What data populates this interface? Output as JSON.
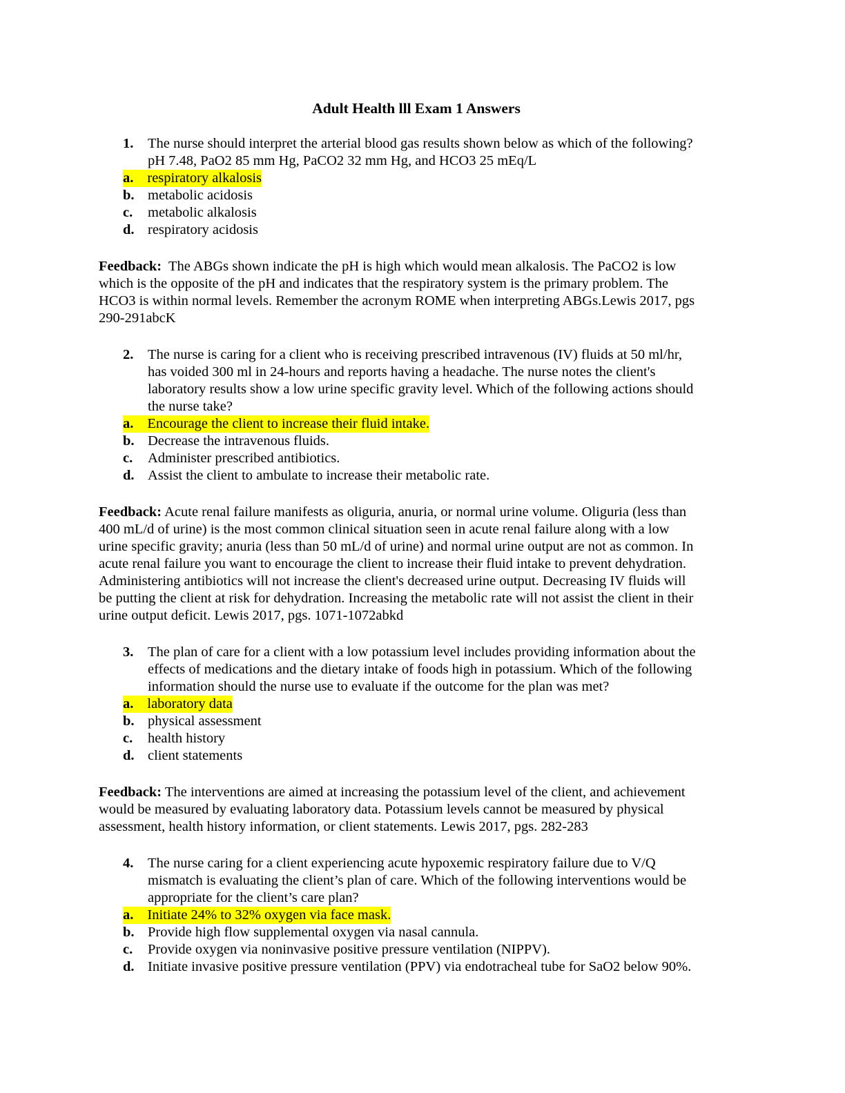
{
  "document": {
    "title": "Adult Health lll Exam 1 Answers",
    "highlight_color": "#ffff00",
    "questions": [
      {
        "number": "1.",
        "stem_lines": [
          "The nurse should interpret the arterial blood gas results shown below as which of the following?",
          "pH 7.48, PaO2 85 mm Hg, PaCO2  32 mm Hg, and HCO3 25 mEq/L"
        ],
        "options": [
          {
            "letter": "a.",
            "text": "respiratory alkalosis",
            "correct": true
          },
          {
            "letter": "b.",
            "text": "metabolic acidosis",
            "correct": false
          },
          {
            "letter": "c.",
            "text": "metabolic alkalosis",
            "correct": false
          },
          {
            "letter": "d.",
            "text": "respiratory acidosis",
            "correct": false
          }
        ],
        "feedback_label": "Feedback:",
        "feedback_lines": [
          "  The ABGs shown indicate the pH is high which would mean alkalosis. The PaCO2 is low",
          "which is the opposite of the pH and indicates that the respiratory system is the primary problem. The",
          "HCO3 is within normal levels. Remember the acronym ROME when interpreting ABGs.Lewis 2017, pgs",
          "290-291abcK"
        ]
      },
      {
        "number": "2.",
        "stem_lines": [
          "The nurse is caring for a client who is receiving prescribed intravenous (IV) fluids at 50 ml/hr,",
          "has voided 300 ml in 24-hours and reports having a headache. The nurse notes the client's",
          "laboratory results show a low urine specific gravity level. Which of the following actions should",
          "the nurse take?"
        ],
        "options": [
          {
            "letter": "a.",
            "text": "Encourage the client to increase their fluid intake.",
            "correct": true
          },
          {
            "letter": "b.",
            "text": "Decrease the intravenous fluids.",
            "correct": false
          },
          {
            "letter": "c.",
            "text": "Administer prescribed antibiotics.",
            "correct": false
          },
          {
            "letter": "d.",
            "text": "Assist the client to ambulate to increase their metabolic rate.",
            "correct": false
          }
        ],
        "feedback_label": "Feedback:",
        "feedback_lines": [
          " Acute renal failure manifests as oliguria, anuria, or normal urine volume. Oliguria (less than",
          "400 mL/d of urine) is the most common clinical situation seen in acute renal failure along with a low",
          "urine specific gravity; anuria (less than 50 mL/d of urine) and normal urine output are not as common. In",
          "acute renal failure you want to encourage the client to increase their fluid intake to prevent dehydration.",
          "Administering antibiotics will not increase the client's decreased urine output. Decreasing IV fluids will",
          "be putting the client at risk for dehydration. Increasing the metabolic rate will not assist the client in their",
          "urine output deficit. Lewis 2017, pgs. 1071-1072abkd"
        ]
      },
      {
        "number": "3.",
        "stem_lines": [
          "The plan of care for a client with a low potassium level includes providing information about the",
          "effects of medications and the dietary intake of foods high in potassium. Which of the following",
          "information should the nurse use to evaluate if the outcome for the plan was met?"
        ],
        "options": [
          {
            "letter": "a.",
            "text": "laboratory data",
            "correct": true
          },
          {
            "letter": "b.",
            "text": "physical assessment",
            "correct": false
          },
          {
            "letter": "c.",
            "text": "health history",
            "correct": false
          },
          {
            "letter": "d.",
            "text": "client statements",
            "correct": false
          }
        ],
        "feedback_label": "Feedback:",
        "feedback_lines": [
          " The interventions are aimed at increasing the potassium level of the client, and achievement",
          "would be measured by evaluating laboratory data. Potassium levels cannot be measured by physical",
          "assessment, health history information, or client statements. Lewis 2017, pgs. 282-283"
        ]
      },
      {
        "number": "4.",
        "stem_lines": [
          "The nurse caring for a client experiencing acute hypoxemic respiratory failure due to V/Q",
          "mismatch is evaluating the client’s plan of care. Which of the following interventions would be",
          "appropriate for the client’s care plan?"
        ],
        "options": [
          {
            "letter": "a.",
            "text": "Initiate 24% to 32% oxygen via face mask.",
            "correct": true
          },
          {
            "letter": "b.",
            "text": "Provide high flow supplemental oxygen via nasal cannula.",
            "correct": false
          },
          {
            "letter": "c.",
            "text": "Provide oxygen via noninvasive positive pressure ventilation (NIPPV).",
            "correct": false
          },
          {
            "letter": "d.",
            "text": "Initiate invasive positive pressure ventilation (PPV) via endotracheal tube for SaO2 below 90%.",
            "correct": false
          }
        ]
      }
    ]
  }
}
